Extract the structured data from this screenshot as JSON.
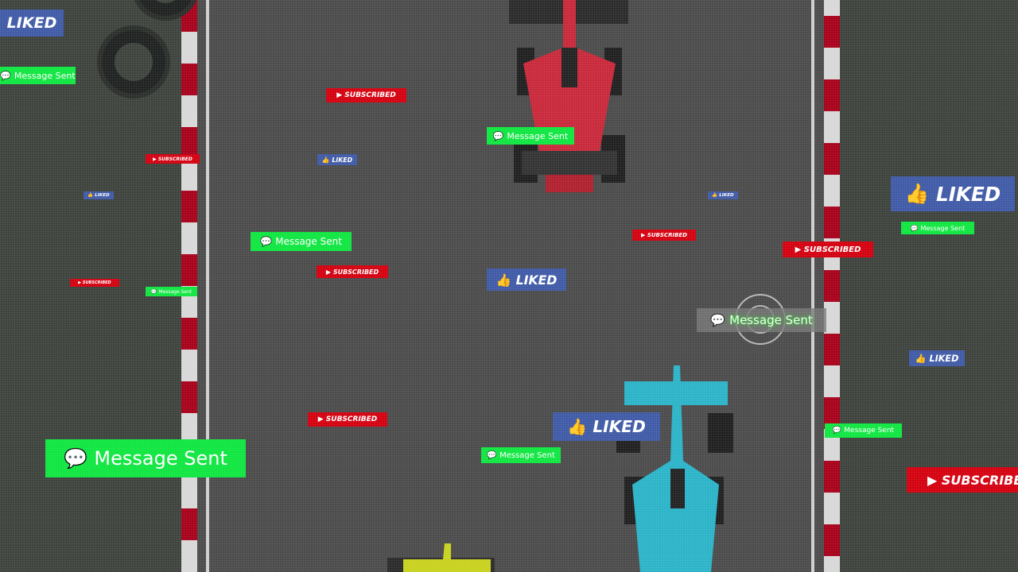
{
  "scene": {
    "colors": {
      "liked": "#3f5aa6",
      "message": "#0fe640",
      "subscribed": "#d4000f",
      "kerb_red": "#a8001a",
      "road": "#4b4b4b",
      "grass": "#3d423d",
      "car_red": "#c8283a",
      "car_cyan": "#2bb3c8",
      "car_yellow": "#c8d21e"
    },
    "labels": {
      "liked": "LIKED",
      "message": "Message Sent",
      "subscribed": "SUBSCRIBED"
    },
    "icons": {
      "liked": "thumbs-up-icon",
      "message": "chat-bubble-icon",
      "subscribed": "play-icon"
    },
    "badges": [
      {
        "type": "liked",
        "label": "LIKED"
      },
      {
        "type": "message",
        "label": "Message Sent"
      },
      {
        "type": "subscribed",
        "label": "SUBSCRIBED"
      },
      {
        "type": "message",
        "label": "Message Sent"
      },
      {
        "type": "subscribed",
        "label": "SUBSCRIBED"
      },
      {
        "type": "liked",
        "label": "LIKED"
      },
      {
        "type": "liked",
        "label": "LIKED"
      },
      {
        "type": "liked",
        "label": "LIKED"
      },
      {
        "type": "liked",
        "label": "LIKED"
      },
      {
        "type": "message",
        "label": "Message Sent"
      },
      {
        "type": "message",
        "label": "Message Sent"
      },
      {
        "type": "subscribed",
        "label": "SUBSCRIBED"
      },
      {
        "type": "subscribed",
        "label": "SUBSCRIBED"
      },
      {
        "type": "subscribed",
        "label": "SUBSCRIBED"
      },
      {
        "type": "liked",
        "label": "LIKED"
      },
      {
        "type": "subscribed",
        "label": "SUBSCRIBED"
      },
      {
        "type": "message",
        "label": "Message Sent"
      },
      {
        "type": "message",
        "label": "Message Sent",
        "highlighted": true
      },
      {
        "type": "liked",
        "label": "LIKED"
      },
      {
        "type": "subscribed",
        "label": "SUBSCRIBED"
      },
      {
        "type": "liked",
        "label": "LIKED"
      },
      {
        "type": "message",
        "label": "Message Sent"
      },
      {
        "type": "message",
        "label": "Message Sent"
      },
      {
        "type": "message",
        "label": "Message Sent"
      },
      {
        "type": "subscribed",
        "label": "SUBSCRIBED"
      }
    ]
  }
}
